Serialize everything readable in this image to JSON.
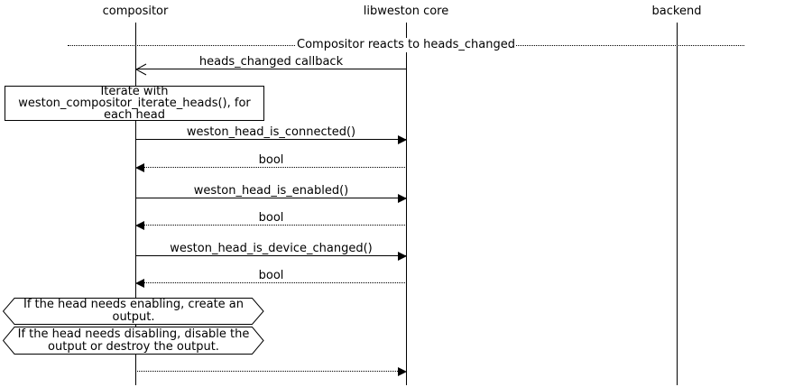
{
  "participants": [
    {
      "label": "compositor"
    },
    {
      "label": "libweston core"
    },
    {
      "label": "backend"
    }
  ],
  "divider": {
    "label": "Compositor reacts to heads_changed"
  },
  "messages": [
    {
      "label": "heads_changed callback",
      "from": "libweston core",
      "to": "compositor",
      "line": "solid",
      "arrowhead": "open"
    },
    {
      "label": "weston_head_is_connected()",
      "from": "compositor",
      "to": "libweston core",
      "line": "solid",
      "arrowhead": "filled"
    },
    {
      "label": "bool",
      "from": "libweston core",
      "to": "compositor",
      "line": "dotted",
      "arrowhead": "filled"
    },
    {
      "label": "weston_head_is_enabled()",
      "from": "compositor",
      "to": "libweston core",
      "line": "solid",
      "arrowhead": "filled"
    },
    {
      "label": "bool",
      "from": "libweston core",
      "to": "compositor",
      "line": "dotted",
      "arrowhead": "filled"
    },
    {
      "label": "weston_head_is_device_changed()",
      "from": "compositor",
      "to": "libweston core",
      "line": "solid",
      "arrowhead": "filled"
    },
    {
      "label": "bool",
      "from": "libweston core",
      "to": "compositor",
      "line": "dotted",
      "arrowhead": "filled"
    },
    {
      "label": "",
      "from": "compositor",
      "to": "libweston core",
      "line": "dotted",
      "arrowhead": "filled"
    }
  ],
  "notes": [
    {
      "type": "rectangle",
      "label": "Iterate with weston_compositor_iterate_heads(), for each head"
    },
    {
      "type": "hexagon",
      "label": "If the head needs enabling, create an output."
    },
    {
      "type": "hexagon",
      "label": "If the head needs disabling, disable the output or destroy the output."
    }
  ],
  "colors": {
    "foreground": "#000000",
    "background": "#ffffff"
  }
}
